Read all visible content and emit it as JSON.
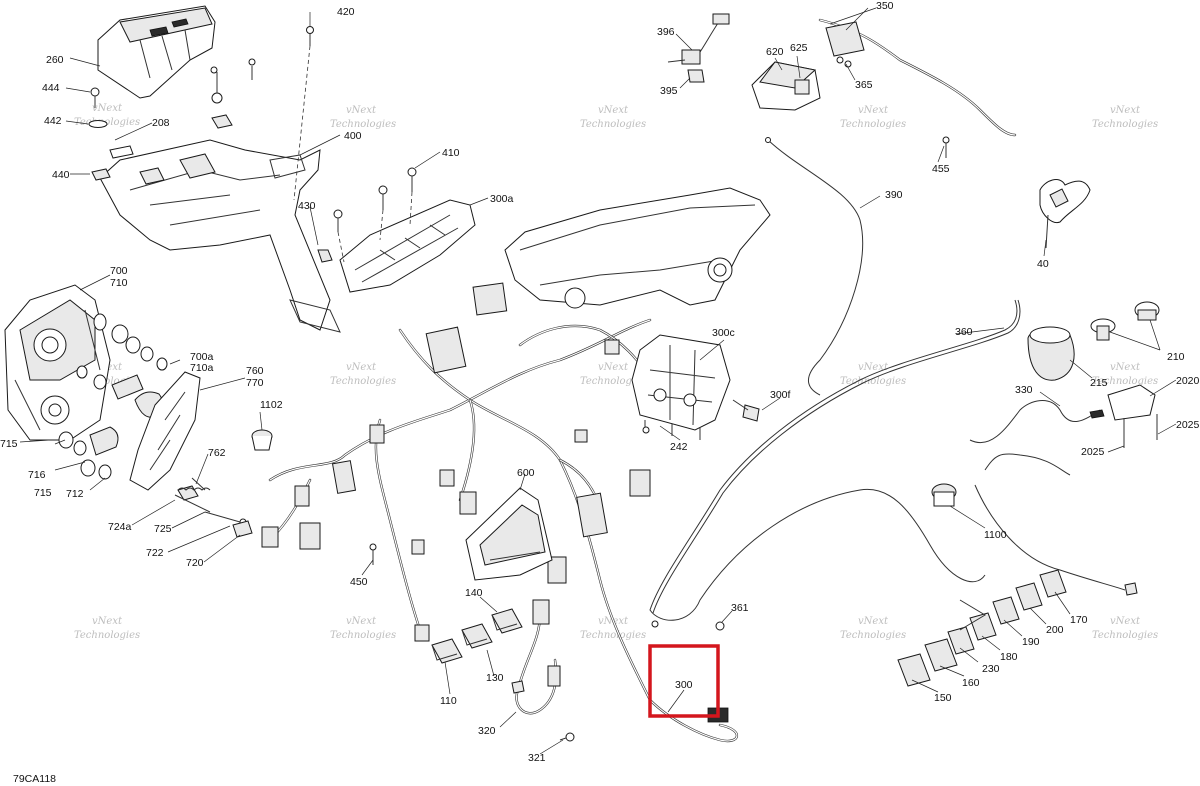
{
  "diagram": {
    "code": "79CA118",
    "watermark_line1": "vNext",
    "watermark_line2": "Technologies",
    "watermark_full": "vNext Technologies",
    "highlight_color": "#d4161d",
    "highlighted_callout": "300"
  },
  "callouts": [
    "420",
    "260",
    "444",
    "442",
    "208",
    "440",
    "400",
    "410",
    "300a",
    "430",
    "700",
    "710",
    "700a",
    "710a",
    "760",
    "770",
    "1102",
    "762",
    "715",
    "716",
    "715",
    "712",
    "724a",
    "725",
    "722",
    "720",
    "600",
    "450",
    "140",
    "110",
    "130",
    "320",
    "321",
    "300",
    "361",
    "396",
    "395",
    "620",
    "625",
    "350",
    "365",
    "455",
    "390",
    "40",
    "360",
    "300c",
    "300f",
    "242",
    "215",
    "210",
    "2020",
    "330",
    "2025",
    "2025",
    "1100",
    "170",
    "200",
    "190",
    "180",
    "230",
    "160",
    "150"
  ]
}
